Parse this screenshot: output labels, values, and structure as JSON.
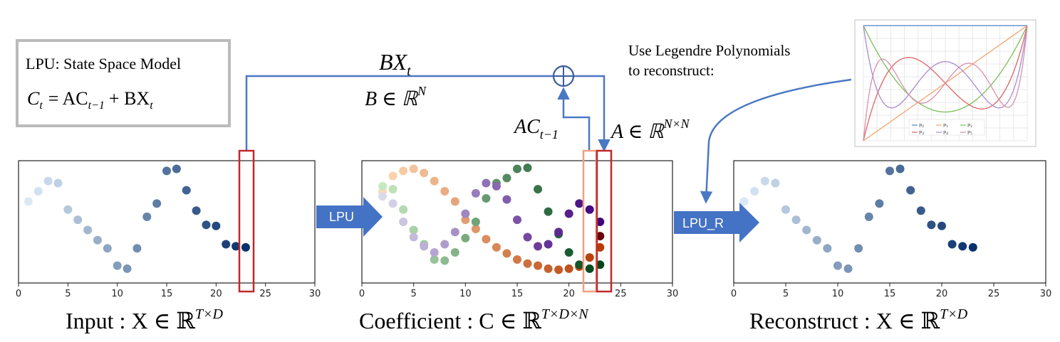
{
  "model_box": {
    "title": "LPU: State Space Model",
    "equation": {
      "lhs": "C",
      "lhs_sub": "t",
      "rhs1": "= AC",
      "rhs1_sub": "t−1",
      "rhs2": "+ BX",
      "rhs2_sub": "t"
    }
  },
  "labels": {
    "bx_main": "BX",
    "bx_sub": "t",
    "b_space": "B ∈ ℝ",
    "b_sup": "N",
    "ac_main": "AC",
    "ac_sub": "t−1",
    "a_space": "A ∈ ℝ",
    "a_sup": "N×N",
    "plus_symbol": "⊕",
    "legendre_line1": "Use Legendre Polynomials",
    "legendre_line2": "to reconstruct:",
    "lpu_arrow": "LPU",
    "lpur_arrow": "LPU_R"
  },
  "captions": {
    "input": {
      "text": "Input : X ∈ ℝ",
      "sup": "T×D"
    },
    "coefficient": {
      "text": "Coefficient : C ∈ ℝ",
      "sup": "T×D×N"
    },
    "reconstruct": {
      "text": "Reconstruct : X ∈ ℝ",
      "sup": "T×D"
    }
  },
  "colors": {
    "blue_line": "#4a78c4",
    "red_box": "#c0282c",
    "orange_box": "#f0a080",
    "arrow_fill": "#4472c4",
    "model_box_border": "#bbbbbb"
  },
  "chart_data": [
    {
      "type": "scatter",
      "name": "input",
      "xlim": [
        0,
        30
      ],
      "xticks": [
        0,
        5,
        10,
        15,
        20,
        25,
        30
      ],
      "ylim": [
        -0.1,
        1.1
      ],
      "series": [
        {
          "colormap": "Blues",
          "x": [
            1,
            2,
            3,
            4,
            5,
            6,
            7,
            8,
            9,
            10,
            11,
            12,
            13,
            14,
            15,
            16,
            17,
            18,
            19,
            20,
            21,
            22,
            23
          ],
          "y": [
            0.7,
            0.8,
            0.9,
            0.88,
            0.62,
            0.52,
            0.42,
            0.32,
            0.24,
            0.07,
            0.04,
            0.24,
            0.55,
            0.68,
            1.0,
            1.02,
            0.81,
            0.61,
            0.47,
            0.46,
            0.28,
            0.26,
            0.25
          ]
        }
      ]
    },
    {
      "type": "scatter",
      "name": "coefficient",
      "xlim": [
        0,
        30
      ],
      "xticks": [
        0,
        5,
        10,
        15,
        20,
        25,
        30
      ],
      "ylim": [
        -0.1,
        1.1
      ],
      "series": [
        {
          "colormap": "Oranges",
          "x": [
            2,
            3,
            4,
            5,
            6,
            7,
            8,
            9,
            10,
            11,
            12,
            13,
            14,
            15,
            16,
            17,
            18,
            19,
            20,
            21,
            22,
            23
          ],
          "y": [
            0.8,
            0.95,
            1.0,
            1.02,
            0.98,
            0.9,
            0.8,
            0.7,
            0.52,
            0.43,
            0.33,
            0.25,
            0.19,
            0.13,
            0.09,
            0.07,
            0.04,
            0.03,
            0.04,
            0.06,
            0.15,
            0.25
          ]
        },
        {
          "colormap": "Greens",
          "x": [
            2,
            3,
            4,
            5,
            6,
            7,
            8,
            9,
            10,
            11,
            12,
            13,
            14,
            15,
            16,
            17,
            18,
            19,
            20,
            21,
            22,
            23
          ],
          "y": [
            0.85,
            0.82,
            0.62,
            0.42,
            0.28,
            0.13,
            0.12,
            0.2,
            0.34,
            0.5,
            0.73,
            0.88,
            0.93,
            1.02,
            1.03,
            0.82,
            0.6,
            0.38,
            0.2,
            0.08,
            0.04,
            0.08
          ]
        },
        {
          "colormap": "Purples",
          "x": [
            2,
            3,
            4,
            5,
            6,
            7,
            8,
            9,
            10,
            11,
            12,
            13,
            14,
            15,
            16,
            17,
            18,
            19,
            20,
            21,
            22,
            23
          ],
          "y": [
            0.75,
            0.68,
            0.5,
            0.35,
            0.26,
            0.2,
            0.28,
            0.4,
            0.58,
            0.78,
            0.88,
            0.85,
            0.72,
            0.52,
            0.35,
            0.26,
            0.28,
            0.4,
            0.58,
            0.68,
            0.62,
            0.5
          ]
        },
        {
          "colormap": "Reds",
          "x": [
            23
          ],
          "y": [
            0.36
          ]
        }
      ]
    },
    {
      "type": "scatter",
      "name": "reconstruct",
      "xlim": [
        0,
        30
      ],
      "xticks": [
        0,
        5,
        10,
        15,
        20,
        25,
        30
      ],
      "ylim": [
        -0.1,
        1.1
      ],
      "series": [
        {
          "colormap": "Blues",
          "x": [
            1,
            2,
            3,
            4,
            5,
            6,
            7,
            8,
            9,
            10,
            11,
            12,
            13,
            14,
            15,
            16,
            17,
            18,
            19,
            20,
            21,
            22,
            23
          ],
          "y": [
            0.7,
            0.8,
            0.9,
            0.88,
            0.62,
            0.52,
            0.42,
            0.32,
            0.24,
            0.07,
            0.04,
            0.24,
            0.55,
            0.68,
            1.0,
            1.02,
            0.81,
            0.61,
            0.47,
            0.46,
            0.28,
            0.26,
            0.25
          ]
        }
      ]
    },
    {
      "type": "line",
      "name": "legendre-polynomials",
      "xlim": [
        -1,
        1
      ],
      "ylim": [
        -1,
        1
      ],
      "legend_position": "lower-center",
      "legend_labels": [
        "P₀",
        "P₁",
        "P₂",
        "P₃",
        "P₄",
        "P₅"
      ],
      "series": [
        {
          "color": "#4f81bd",
          "degree": 0
        },
        {
          "color": "#f5a46b",
          "degree": 1
        },
        {
          "color": "#7bbf5a",
          "degree": 2
        },
        {
          "color": "#e06363",
          "degree": 3
        },
        {
          "color": "#a88bcf",
          "degree": 4
        },
        {
          "color": "#d88fb0",
          "degree": 5
        }
      ]
    }
  ]
}
